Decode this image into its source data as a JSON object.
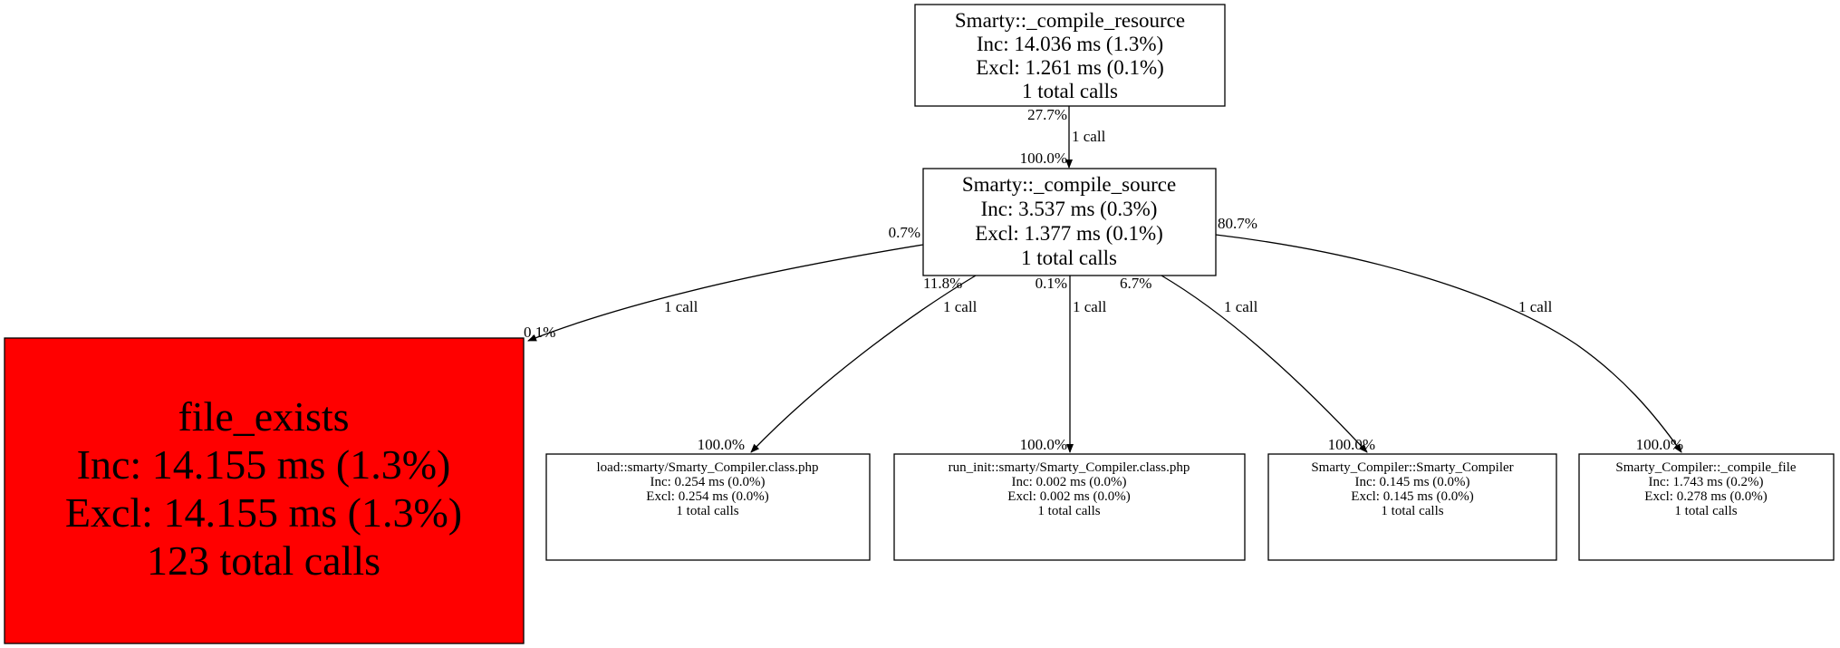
{
  "nodes": {
    "compile_resource": {
      "name": "Smarty::_compile_resource",
      "inc": "Inc: 14.036 ms (1.3%)",
      "excl": "Excl: 1.261 ms (0.1%)",
      "calls": "1 total calls"
    },
    "compile_source": {
      "name": "Smarty::_compile_source",
      "inc": "Inc: 3.537 ms (0.3%)",
      "excl": "Excl: 1.377 ms (0.1%)",
      "calls": "1 total calls"
    },
    "file_exists": {
      "name": "file_exists",
      "inc": "Inc: 14.155 ms (1.3%)",
      "excl": "Excl: 14.155 ms (1.3%)",
      "calls": "123 total calls",
      "fill": "#ff0000"
    },
    "load": {
      "name": "load::smarty/Smarty_Compiler.class.php",
      "inc": "Inc: 0.254 ms (0.0%)",
      "excl": "Excl: 0.254 ms (0.0%)",
      "calls": "1 total calls"
    },
    "run_init": {
      "name": "run_init::smarty/Smarty_Compiler.class.php",
      "inc": "Inc: 0.002 ms (0.0%)",
      "excl": "Excl: 0.002 ms (0.0%)",
      "calls": "1 total calls"
    },
    "smarty_compiler": {
      "name": "Smarty_Compiler::Smarty_Compiler",
      "inc": "Inc: 0.145 ms (0.0%)",
      "excl": "Excl: 0.145 ms (0.0%)",
      "calls": "1 total calls"
    },
    "compile_file": {
      "name": "Smarty_Compiler::_compile_file",
      "inc": "Inc: 1.743 ms (0.2%)",
      "excl": "Excl: 0.278 ms (0.0%)",
      "calls": "1 total calls"
    }
  },
  "edges": {
    "resource_to_source": {
      "tail": "27.7%",
      "label": "1 call",
      "head": "100.0%"
    },
    "source_to_file_exists": {
      "tail": "0.7%",
      "label": "1 call",
      "head": "0.1%"
    },
    "source_to_load": {
      "tail": "11.8%",
      "label": "1 call",
      "head": "100.0%"
    },
    "source_to_run_init": {
      "tail": "0.1%",
      "label": "1 call",
      "head": "100.0%"
    },
    "source_to_smarty_compiler": {
      "tail": "6.7%",
      "label": "1 call",
      "head": "100.0%"
    },
    "source_to_compile_file": {
      "tail": "80.7%",
      "label": "1 call",
      "head": "100.0%"
    }
  }
}
